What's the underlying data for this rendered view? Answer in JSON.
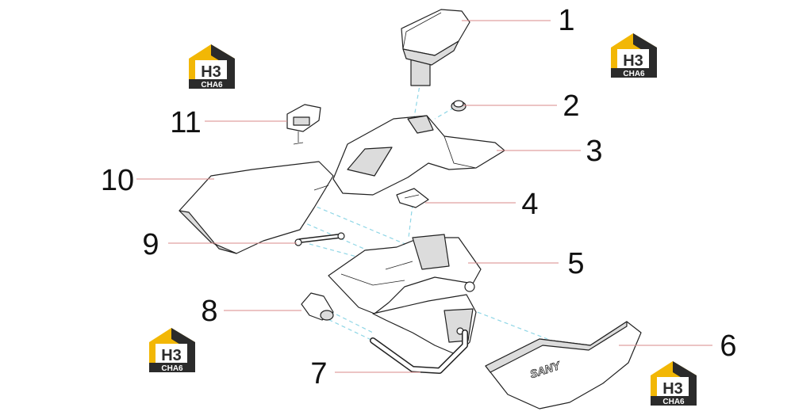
{
  "callouts": [
    {
      "id": "1",
      "label": "1"
    },
    {
      "id": "2",
      "label": "2"
    },
    {
      "id": "3",
      "label": "3"
    },
    {
      "id": "4",
      "label": "4"
    },
    {
      "id": "5",
      "label": "5"
    },
    {
      "id": "6",
      "label": "6"
    },
    {
      "id": "7",
      "label": "7"
    },
    {
      "id": "8",
      "label": "8"
    },
    {
      "id": "9",
      "label": "9"
    },
    {
      "id": "10",
      "label": "10"
    },
    {
      "id": "11",
      "label": "11"
    }
  ],
  "part_marking": "SANY",
  "watermark": {
    "mark": "H3",
    "caption": "CHA6"
  },
  "colors": {
    "leader": "#d98a8a",
    "assembly_line": "#8fd6e6",
    "outline": "#222222",
    "logo_yellow": "#f2b705",
    "logo_dark": "#2b2b2b"
  }
}
